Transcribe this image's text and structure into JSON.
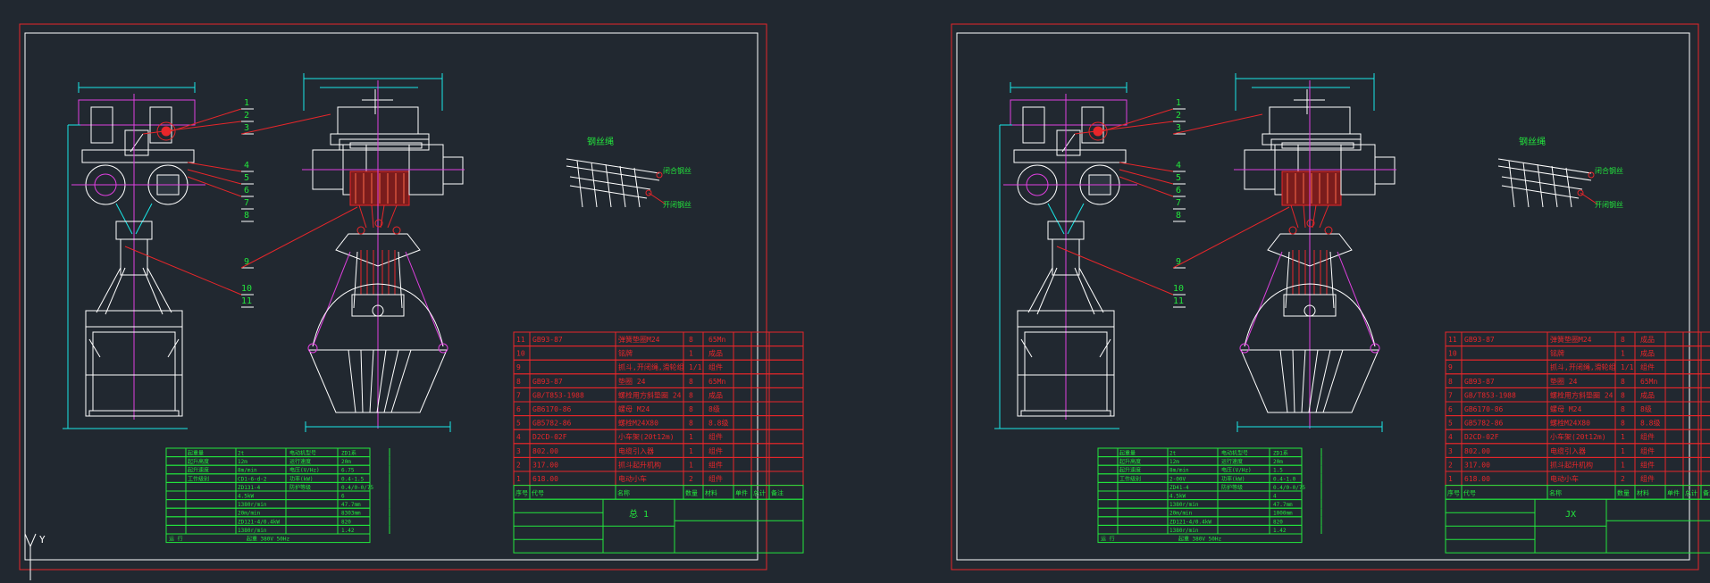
{
  "sheets": [
    {
      "callouts": [
        "1",
        "2",
        "3",
        "4",
        "5",
        "6",
        "7",
        "8",
        "9",
        "10",
        "11"
      ],
      "detail_title": "钢丝绳",
      "detail_labels": [
        "闭合钢丝",
        "开闭钢丝"
      ],
      "bom_rows": [
        {
          "no": "11",
          "code": "GB93-87",
          "name": "弹簧垫圈M24",
          "qty": "8",
          "mat": "65Mn"
        },
        {
          "no": "10",
          "code": "",
          "name": "铭牌",
          "qty": "1",
          "mat": "成品"
        },
        {
          "no": "9",
          "code": "",
          "name": "抓斗,开闭绳,滑轮组",
          "qty": "1/1",
          "mat": "组件"
        },
        {
          "no": "8",
          "code": "GB93-87",
          "name": "垫圈 24",
          "qty": "8",
          "mat": "65Mn"
        },
        {
          "no": "7",
          "code": "GB/T853-1988",
          "name": "螺栓用方斜垫圈 24",
          "qty": "8",
          "mat": "成品"
        },
        {
          "no": "6",
          "code": "GB6170-86",
          "name": "螺母 M24",
          "qty": "8",
          "mat": "8级"
        },
        {
          "no": "5",
          "code": "GB5782-86",
          "name": "螺栓M24X80",
          "qty": "8",
          "mat": "8.8级"
        },
        {
          "no": "4",
          "code": "D2CD-02F",
          "name": "小车架(20t12m)",
          "qty": "1",
          "mat": "组件"
        },
        {
          "no": "3",
          "code": "802.00",
          "name": "电缆引入器",
          "qty": "1",
          "mat": "组件"
        },
        {
          "no": "2",
          "code": "317.00",
          "name": "抓斗起升机构",
          "qty": "1",
          "mat": "组件"
        },
        {
          "no": "1",
          "code": "618.00",
          "name": "电动小车",
          "qty": "2",
          "mat": "组件"
        }
      ],
      "bom_header": [
        "序号",
        "代号",
        "名称",
        "数量",
        "材料",
        "单件",
        "总计",
        "备注"
      ],
      "title_block_name": "总 1",
      "spec_rows": [
        [
          "起重量",
          "2t",
          "电动机型号",
          "ZD1系"
        ],
        [
          "起升高度",
          "12m",
          "运行速度",
          "20m"
        ],
        [
          "起升速度",
          "8m/min",
          "电压(V/Hz)",
          "6.75"
        ],
        [
          "工作级别",
          "CD1-6-d-2",
          "功率(kW)",
          "0.4-1.5"
        ],
        [
          "",
          "ZD131-4",
          "防护等级",
          "0.4/0-0/75"
        ],
        [
          "",
          "4.5kW",
          "",
          "6"
        ],
        [
          "",
          "1380r/min",
          "",
          "47.7mm"
        ],
        [
          "",
          "20m/min",
          "",
          "8303mm"
        ],
        [
          "",
          "ZD121-4/0.4kW",
          "",
          "820"
        ],
        [
          "",
          "1380r/min",
          "",
          "1.42"
        ]
      ],
      "spec_footer": "起重 380V 50Hz",
      "spec_left_note": "运 行"
    },
    {
      "callouts": [
        "1",
        "2",
        "3",
        "4",
        "5",
        "6",
        "7",
        "8",
        "9",
        "10",
        "11"
      ],
      "detail_title": "钢丝绳",
      "detail_labels": [
        "闭合钢丝",
        "开闭钢丝"
      ],
      "bom_rows": [
        {
          "no": "11",
          "code": "GB93-87",
          "name": "弹簧垫圈M24",
          "qty": "8",
          "mat": "成品"
        },
        {
          "no": "10",
          "code": "",
          "name": "铭牌",
          "qty": "1",
          "mat": "成品"
        },
        {
          "no": "9",
          "code": "",
          "name": "抓斗,开闭绳,滑轮组",
          "qty": "1/1",
          "mat": "组件"
        },
        {
          "no": "8",
          "code": "GB93-87",
          "name": "垫圈 24",
          "qty": "8",
          "mat": "65Mn"
        },
        {
          "no": "7",
          "code": "GB/T853-1988",
          "name": "螺栓用方斜垫圈 24",
          "qty": "8",
          "mat": "成品"
        },
        {
          "no": "6",
          "code": "GB6170-86",
          "name": "螺母 M24",
          "qty": "8",
          "mat": "8级"
        },
        {
          "no": "5",
          "code": "GB5782-86",
          "name": "螺栓M24X80",
          "qty": "8",
          "mat": "8.8级"
        },
        {
          "no": "4",
          "code": "D2CD-02F",
          "name": "小车架(20t12m)",
          "qty": "1",
          "mat": "组件"
        },
        {
          "no": "3",
          "code": "802.00",
          "name": "电缆引入器",
          "qty": "1",
          "mat": "组件"
        },
        {
          "no": "2",
          "code": "317.00",
          "name": "抓斗起升机构",
          "qty": "1",
          "mat": "组件"
        },
        {
          "no": "1",
          "code": "618.00",
          "name": "电动小车",
          "qty": "2",
          "mat": "组件"
        }
      ],
      "bom_header": [
        "序号",
        "代号",
        "名称",
        "数量",
        "材料",
        "单件",
        "总计",
        "备注"
      ],
      "title_block_name": "JX",
      "spec_rows": [
        [
          "起重量",
          "2t",
          "电动机型号",
          "ZD1系"
        ],
        [
          "起升高度",
          "12m",
          "运行速度",
          "20m"
        ],
        [
          "起升速度",
          "8m/min",
          "电压(V/Hz)",
          "1.5"
        ],
        [
          "工作级别",
          "2-00V",
          "功率(kW)",
          "0.4-1.0"
        ],
        [
          "",
          "ZD41-4",
          "防护等级",
          "0.4/0-0/75"
        ],
        [
          "",
          "4.5kW",
          "",
          "4"
        ],
        [
          "",
          "1380r/min",
          "",
          "47.7mm"
        ],
        [
          "",
          "20m/min",
          "",
          "1000mm"
        ],
        [
          "",
          "ZD121-4/0.4kW",
          "",
          "820"
        ],
        [
          "",
          "1380r/min",
          "",
          "1.42"
        ]
      ],
      "spec_footer": "起重 380V 50Hz",
      "spec_left_note": "运 行"
    }
  ],
  "ucs_label": "Y",
  "colors": {
    "background": "#212830",
    "outer_frame": "#e8262a",
    "inner_frame": "#ffffff",
    "structure": "#ffffff",
    "accent": "#e040e0",
    "leader": "#e8262a",
    "dimension": "#19e8e8",
    "text": "#22e63c",
    "table": "#22e63c",
    "bom_text": "#e8262a"
  }
}
